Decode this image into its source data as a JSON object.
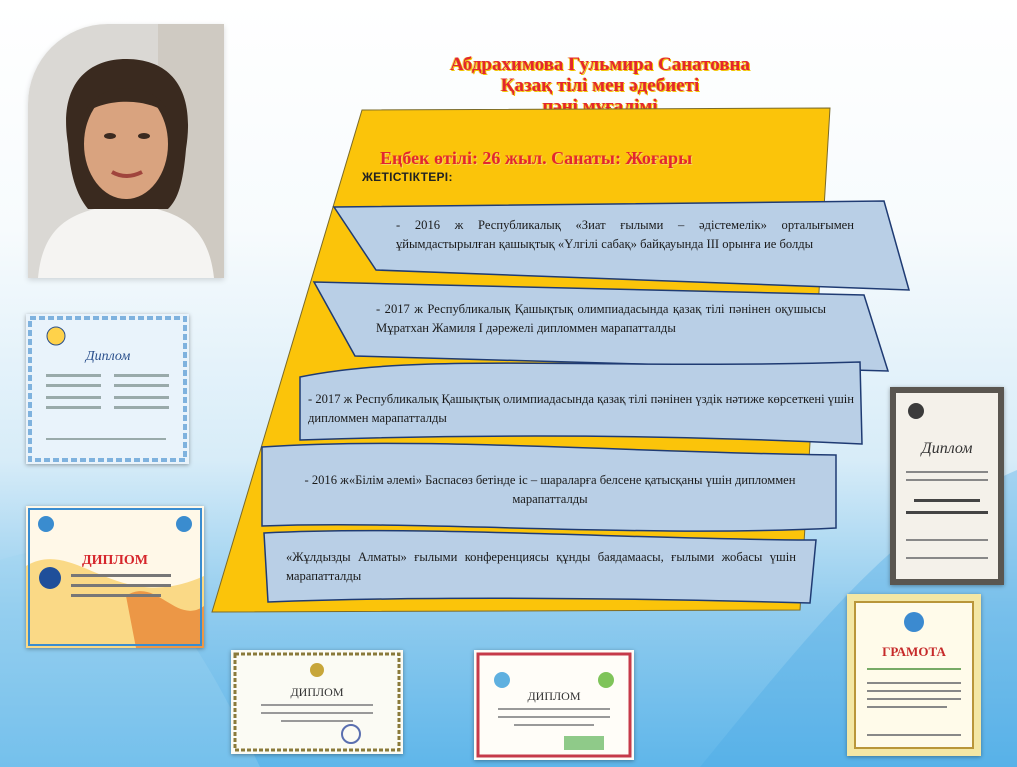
{
  "teacher": {
    "name": "Абдрахимова Гульмира Санатовна",
    "subject_line1": "Қазақ тілі мен әдебиеті",
    "subject_line2": "пәні мұғалімі"
  },
  "experience": "Еңбек өтілі: 26 жыл. Санаты: Жоғары",
  "achievements_title": "ЖЕТІСТІКТЕРІ:",
  "achievements": [
    "- 2016 ж Республикалық «Зиат ғылыми – әдістемелік» орталығымен ұйымдастырылған қашықтық «Үлгілі сабақ» байқауында ІІІ орынға ие болды",
    "- 2017 ж Республикалық Қашықтық олимпиадасында қазақ тілі пәнінен оқушысы Мұратхан Жамиля І дәрежелі дипломмен марапатталды",
    "- 2017 ж Республикалық Қашықтық олимпиадасында қазақ тілі пәнінен үздік нәтиже көрсеткені үшін дипломмен марапатталды",
    "- 2016 ж«Білім әлемі» Баспасөз бетінде іс – шараларға белсене қатысқаны үшін дипломмен марапатталды",
    "«Жұлдызды Алматы» ғылыми конференциясы құнды баядамаасы, ғылыми жобасы үшін марапатталды"
  ],
  "documents": {
    "doc1_title": "Диплом",
    "doc2_title": "ДИПЛОМ",
    "doc3_title": "ДИПЛОМ",
    "doc4_title": "ДИПЛОМ",
    "doc5_title": "Диплом",
    "doc6_title": "ГРАМОТА"
  },
  "colors": {
    "title_red": "#e3262e",
    "panel_yellow": "#fbc40a",
    "banner_blue": "#b9cfe6",
    "banner_border": "#1f3b73"
  }
}
